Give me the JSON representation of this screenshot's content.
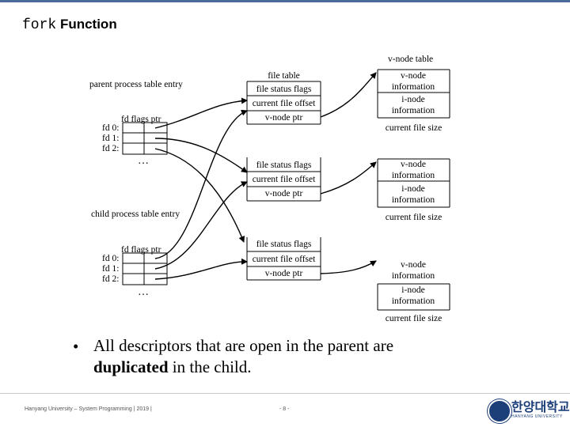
{
  "slide": {
    "title_code": "fork",
    "title_text": " Function",
    "bullet": "All descriptors that are open in the parent are",
    "bullet_bold": "duplicated",
    "bullet_rest": " in the child.",
    "footer_left": "Hanyang University – System Programming | 2019 |",
    "page_number": "- 8 -",
    "logo_text": "한양대학교",
    "logo_sub": "HANYANG UNIVERSITY"
  },
  "diagram": {
    "vnode_table_label": "v-node table",
    "parent_label": "parent process table entry",
    "child_label": "child process table entry",
    "fd_header": "fd flags  ptr",
    "fd_rows": [
      "fd 0:",
      "fd 1:",
      "fd 2:"
    ],
    "ellipsis": "…",
    "file_table_label": "file table",
    "file_entry": {
      "status": "file status flags",
      "offset": "current file offset",
      "vptr": "v-node ptr"
    },
    "vnode_entry": {
      "vinfo": "v-node information",
      "iinfo": "i-node information",
      "size": "current file size"
    }
  }
}
